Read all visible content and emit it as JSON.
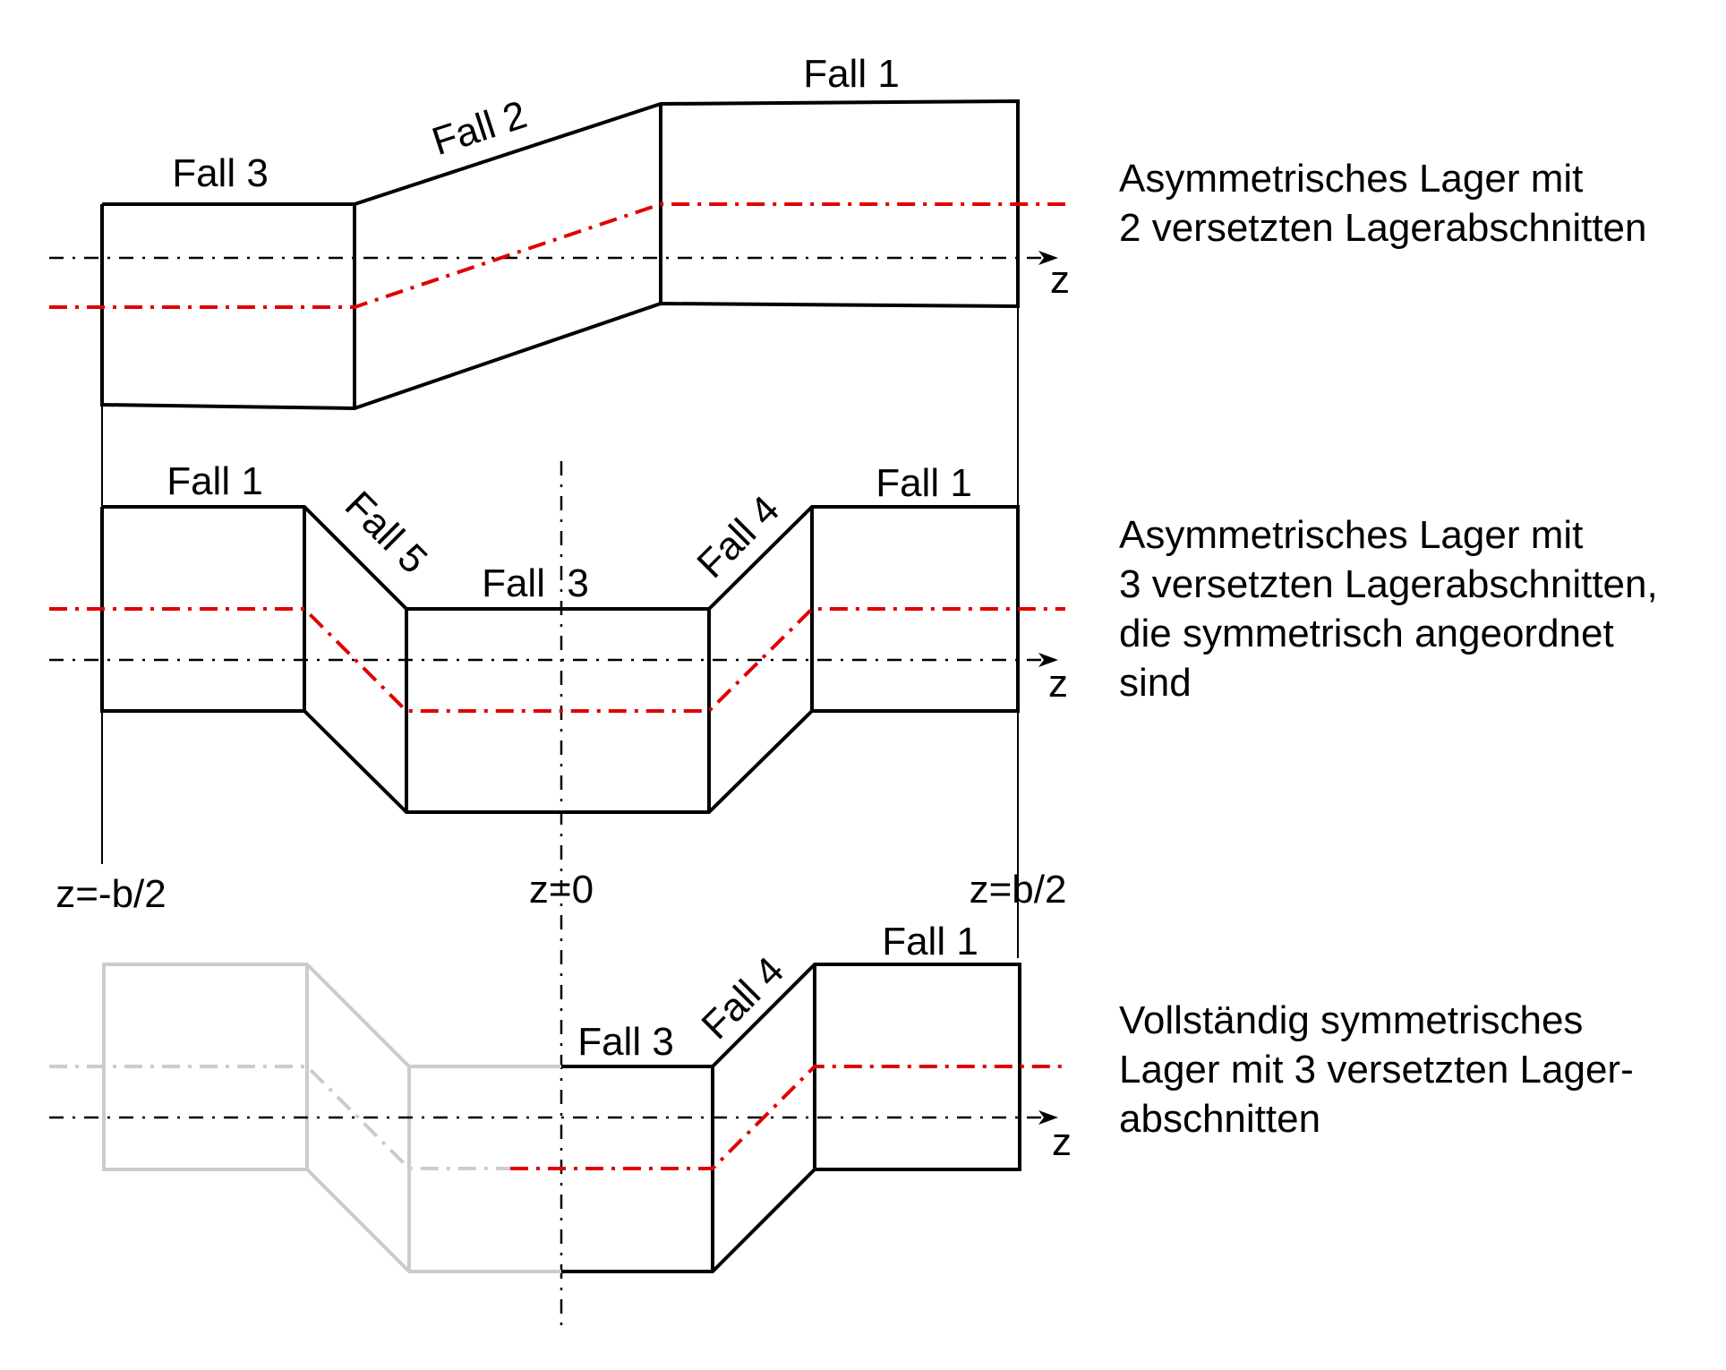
{
  "colors": {
    "outline": "#000000",
    "ghost_outline": "#cccccc",
    "offset_line": "#e00000",
    "axis": "#000000"
  },
  "diagram1": {
    "labels": {
      "left": "Fall 3",
      "slope": "Fall 2",
      "right": "Fall 1",
      "axis": "z"
    },
    "description": [
      "Asymmetrisches Lager mit",
      "2 versetzten Lagerabschnitten"
    ]
  },
  "diagram2": {
    "labels": {
      "left": "Fall 1",
      "slope_down": "Fall 5",
      "center": "Fall  3",
      "slope_up": "Fall 4",
      "right": "Fall 1",
      "axis": "z"
    },
    "description": [
      "Asymmetrisches Lager mit",
      "3 versetzten Lagerabschnitten,",
      "die symmetrisch angeordnet",
      "sind"
    ]
  },
  "positions": {
    "left_edge": "z=-b/2",
    "center": "z=0",
    "right_edge": "z=b/2"
  },
  "diagram3": {
    "labels": {
      "center": "Fall 3",
      "slope_up": "Fall 4",
      "right": "Fall 1",
      "axis": "z"
    },
    "description": [
      "Vollständig symmetrisches",
      "Lager mit 3 versetzten Lager-",
      "abschnitten"
    ]
  }
}
